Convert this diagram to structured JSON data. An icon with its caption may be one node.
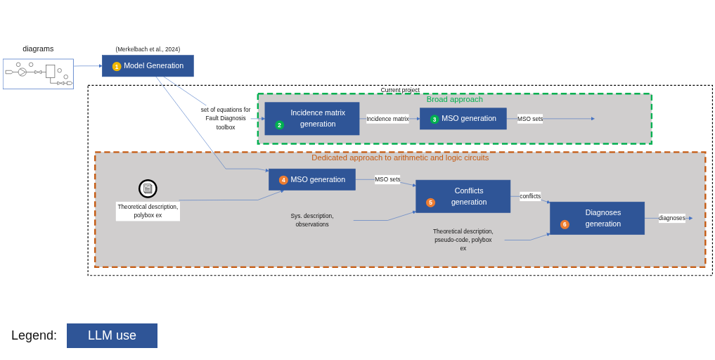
{
  "diagram": {
    "nodes": [
      {
        "text": [
          "diagrams"
        ]
      },
      {
        "text": [
          "1",
          "Model Generation"
        ],
        "beside": [
          "(Merkelbach et al., 2024)"
        ]
      },
      {
        "text": [
          "Current project"
        ]
      },
      {
        "text": [
          "Broad approach"
        ],
        "in": 2
      },
      {
        "text": [
          "2",
          "Incidence matrix generation"
        ],
        "in": 3
      },
      {
        "text": [
          "3",
          "MSO generation"
        ],
        "in": 3
      },
      {
        "text": [
          "Dedicated approach to arithmetic and logic circuits"
        ],
        "in": 2
      },
      {
        "text": [
          "4",
          "MSO generation"
        ],
        "in": 6
      },
      {
        "text": [
          "5",
          "Conflicts generation"
        ],
        "in": 6
      },
      {
        "text": [
          "6",
          "Diagnoses generation"
        ],
        "in": 6
      },
      {
        "text": [
          "Theoretical description, polybox ex"
        ],
        "in": 6
      },
      {
        "text": [
          "Sys. description, observations"
        ],
        "in": 6
      },
      {
        "text": [
          "Theoretical description, pseudo-code, polybox ex"
        ],
        "in": 6
      }
    ],
    "edges": [
      {
        "from": 0,
        "to": 1,
        "arrow": "to"
      },
      {
        "from": 1,
        "to": 4,
        "arrow": "to",
        "label": "set of equations for Fault Diagnosis toolbox"
      },
      {
        "from": 1,
        "to": 7,
        "arrow": "to"
      },
      {
        "from": 4,
        "to": 5,
        "arrow": "to",
        "label": "Incidence matrix"
      },
      {
        "from": 5,
        "to": null,
        "arrow": "to",
        "label": "MSO sets"
      },
      {
        "from": 10,
        "to": 7,
        "arrow": "to"
      },
      {
        "from": 7,
        "to": 8,
        "arrow": "to",
        "label": "MSO sets"
      },
      {
        "from": 11,
        "to": 8,
        "arrow": "to"
      },
      {
        "from": 8,
        "to": 9,
        "arrow": "to",
        "label": "conflicts"
      },
      {
        "from": 12,
        "to": 9,
        "arrow": "to"
      },
      {
        "from": 9,
        "to": null,
        "arrow": "to",
        "label": "diagnoses"
      }
    ],
    "labels": [
      "Legend:"
    ],
    "legend": [
      {
        "text": "LLM use",
        "color": "#2f5597"
      }
    ]
  }
}
